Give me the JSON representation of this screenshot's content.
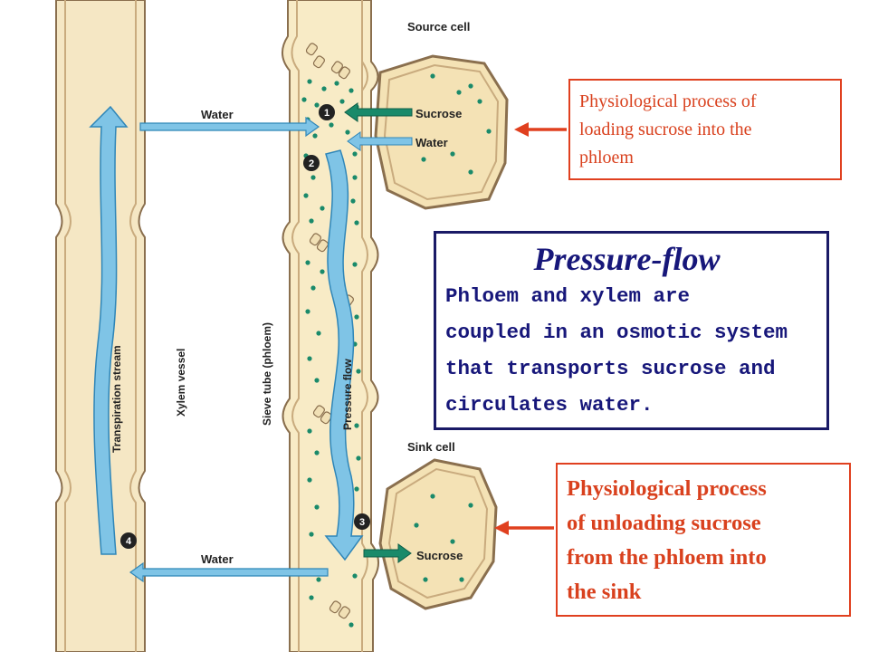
{
  "diagram": {
    "labels": {
      "source_cell": "Source cell",
      "sink_cell": "Sink cell",
      "water_top_left": "Water",
      "water_top_right": "Water",
      "water_bottom": "Water",
      "sucrose_top": "Sucrose",
      "sucrose_bottom": "Sucrose",
      "xylem_vessel": "Xylem vessel",
      "sieve_tube": "Sieve tube (phloem)",
      "transpiration_stream": "Transpiration stream",
      "pressure_flow": "Pressure flow",
      "step1": "1",
      "step2": "2",
      "step3": "3",
      "step4": "4"
    },
    "colors": {
      "cell_fill": "#f4e2b5",
      "cell_stroke": "#8a6f4e",
      "xylem_fill": "#f5e7c4",
      "arrow_blue": "#7fc4e6",
      "arrow_blue_dark": "#2f86b8",
      "dot_green": "#1a8a6a",
      "red_arrow": "#e0401f"
    }
  },
  "callouts": {
    "loading": {
      "line1": "Physiological process of",
      "line2": "loading sucrose into the",
      "line3": "phloem"
    },
    "pressure_flow": {
      "title": "Pressure-flow",
      "line1": "Phloem and xylem are",
      "line2": "coupled in an osmotic system",
      "line3": "that transports sucrose and",
      "line4": "circulates water."
    },
    "unloading": {
      "line1": "Physiological process",
      "line2": "of unloading sucrose",
      "line3": "from the phloem into",
      "line4": "the sink"
    }
  }
}
